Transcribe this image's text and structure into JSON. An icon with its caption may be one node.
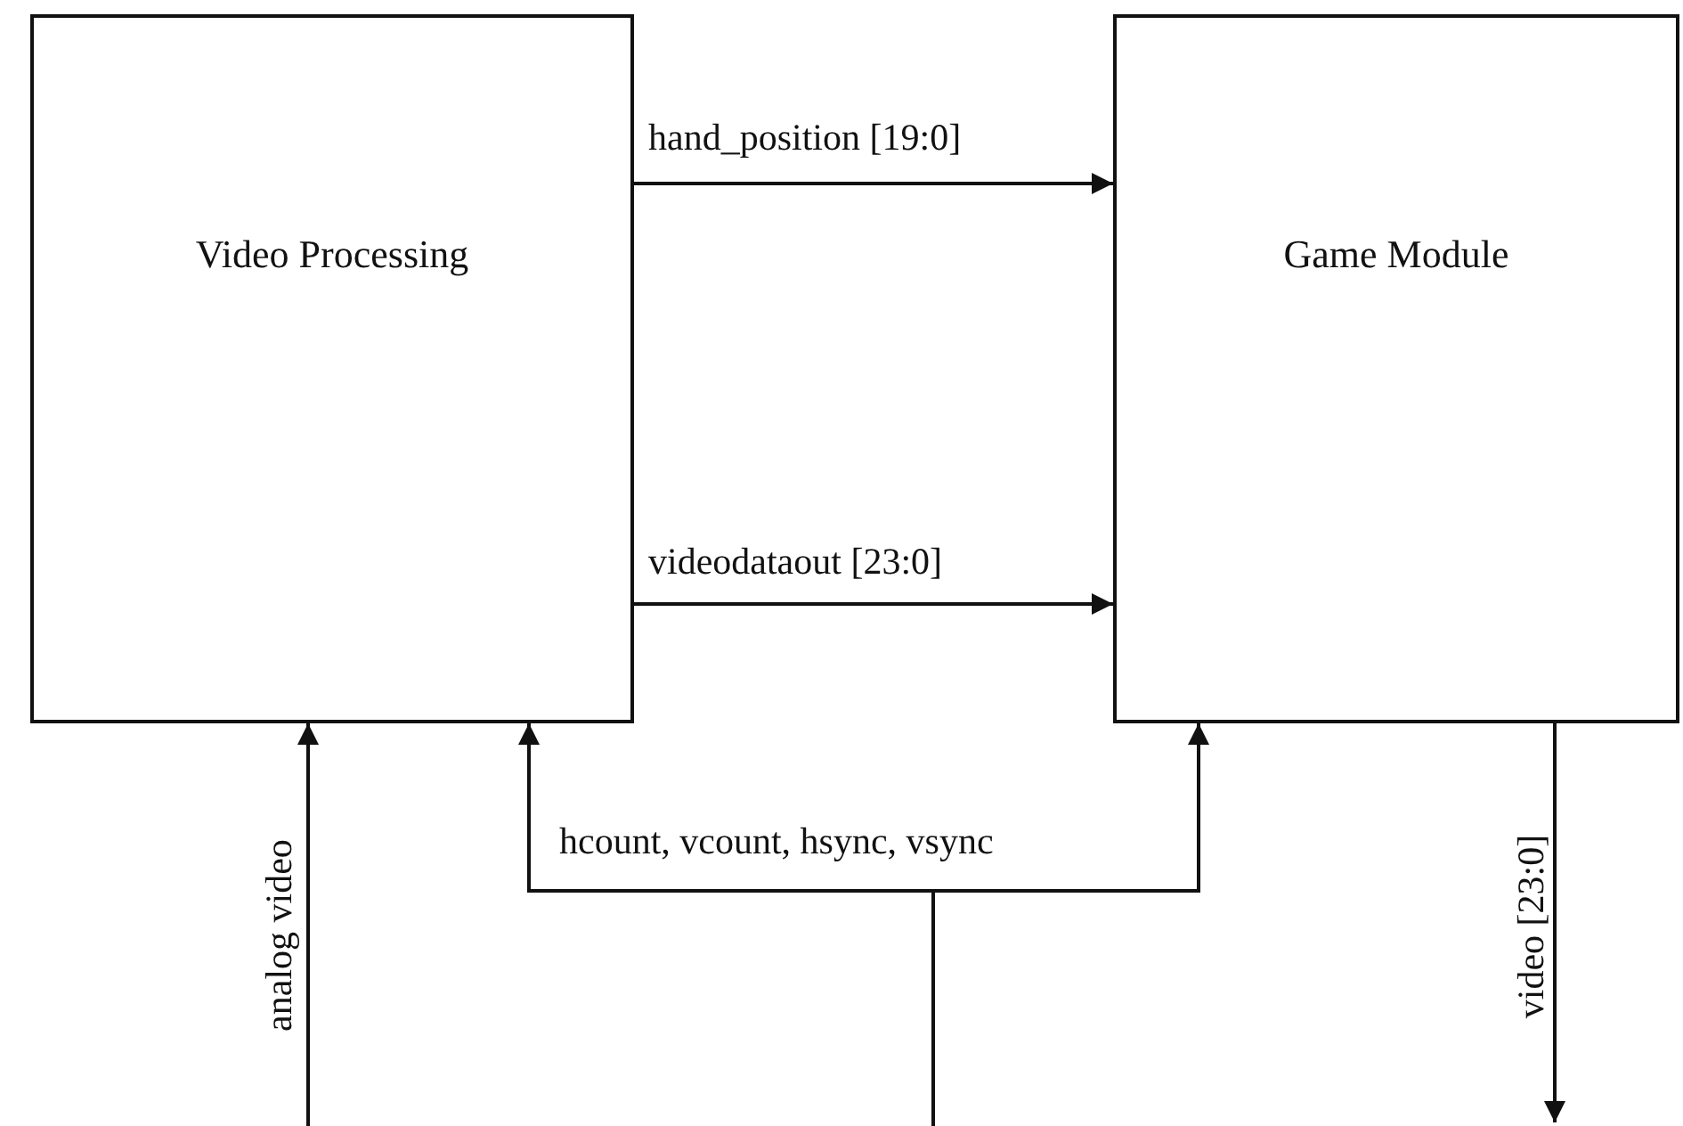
{
  "diagram": {
    "nodes": [
      {
        "text": [
          "Video Processing"
        ]
      },
      {
        "text": [
          "Game Module"
        ]
      }
    ],
    "edges": [
      {
        "from": 0,
        "to": 1,
        "arrow": "to",
        "label": "hand_position [19:0]"
      },
      {
        "from": 0,
        "to": 1,
        "arrow": "to",
        "label": "videodataout [23:0]"
      },
      {
        "from": null,
        "to": 0,
        "arrow": "to",
        "label": "analog video"
      },
      {
        "from": null,
        "to": 0,
        "arrow": "to",
        "label": "hcount, vcount, hsync, vsync"
      },
      {
        "from": null,
        "to": 1,
        "arrow": "to"
      },
      {
        "from": 1,
        "to": null,
        "arrow": "to",
        "label": "video [23:0]"
      }
    ]
  }
}
